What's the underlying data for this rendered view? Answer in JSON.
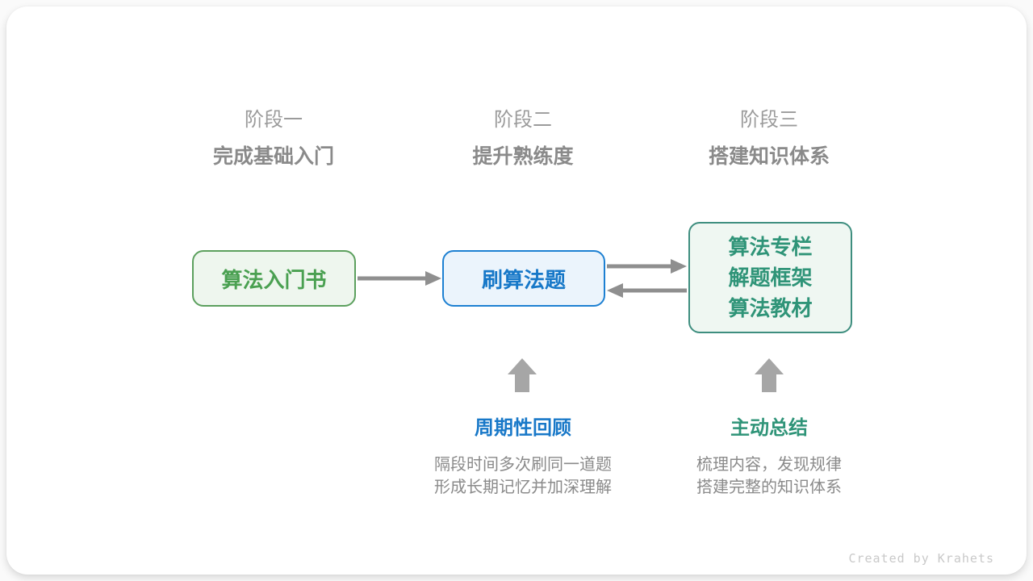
{
  "diagram": {
    "stages": [
      {
        "label": "阶段一",
        "subtitle": "完成基础入门"
      },
      {
        "label": "阶段二",
        "subtitle": "提升熟练度"
      },
      {
        "label": "阶段三",
        "subtitle": "搭建知识体系"
      }
    ],
    "nodes": {
      "intro_book": {
        "label": "算法入门书"
      },
      "practice": {
        "label": "刷算法题"
      },
      "knowledge": {
        "lines": [
          "算法专栏",
          "解题框架",
          "算法教材"
        ]
      }
    },
    "annotations": {
      "review": {
        "title": "周期性回顾",
        "lines": [
          "隔段时间多次刷同一道题",
          "形成长期记忆并加深理解"
        ]
      },
      "summarize": {
        "title": "主动总结",
        "lines": [
          "梳理内容，发现规律",
          "搭建完整的知识体系"
        ]
      }
    },
    "credit": "Created by Krahets",
    "colors": {
      "green_border": "#5ca05e",
      "green_fill": "#eef6ee",
      "green_text": "#4aa051",
      "blue_border": "#1d80d2",
      "blue_fill": "#ebf4fc",
      "blue_text": "#1778c8",
      "teal_border": "#3e8e7f",
      "teal_fill": "#eff7f2",
      "teal_text": "#2f9478",
      "connector_gray": "#8f8f8f",
      "block_arrow_gray": "#a6a6a6",
      "stage_label_gray": "#9b9b9b",
      "body_text_gray": "#8a8a8a",
      "credit_gray": "#c9c9c9"
    }
  }
}
